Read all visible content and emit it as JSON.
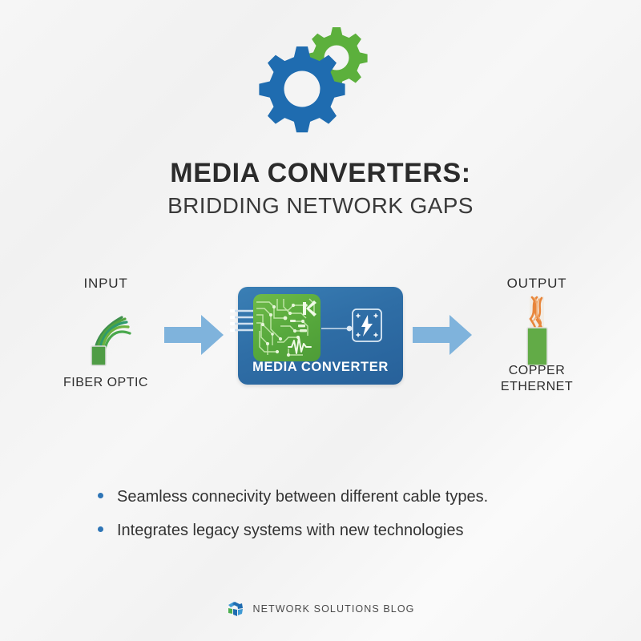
{
  "background_color": "#f3f3f3",
  "header": {
    "gear_large_icon": "gear-icon",
    "gear_small_icon": "gear-icon",
    "gear_large_color": "#1f6cb0",
    "gear_small_color": "#5cb03c"
  },
  "title": {
    "main": "MEDIA CONVERTERS:",
    "sub": "BRIDDING NETWORK GAPS"
  },
  "diagram": {
    "input": {
      "top_label": "INPUT",
      "icon": "fiber-optic-cable-icon",
      "bottom_label": "FIBER OPTIC",
      "strand_colors": [
        "#3f8f4e",
        "#52a43f",
        "#2f9a6e",
        "#6cb33f",
        "#4aa84d"
      ],
      "connector_color": "#4f9c45"
    },
    "arrow_left": {
      "icon": "right-arrow-icon",
      "color": "#7fb3dc"
    },
    "device": {
      "label": "MEDIA CONVERTER",
      "body_color": "#2f6ea6",
      "board_color": "#56a83c",
      "chip_icon": "microchip-icon",
      "waveform_icon": "signal-waveform-icon",
      "power_icon": "lightning-bolt-icon",
      "pin_count": 4
    },
    "arrow_right": {
      "icon": "right-arrow-icon",
      "color": "#7fb3dc"
    },
    "output": {
      "top_label": "OUTPUT",
      "icon": "copper-ethernet-cable-icon",
      "bottom_label_line1": "COPPER",
      "bottom_label_line2": "ETHERNET",
      "wire_color": "#e8853a",
      "sheath_color": "#62ab47"
    }
  },
  "bullets": [
    {
      "text": "Seamless connecivity between different cable types."
    },
    {
      "text": "Integrates legacy systems with new technologies"
    }
  ],
  "bullet_dot_color": "#2e75b6",
  "footer": {
    "logo_icon": "network-solutions-logo",
    "text": "NETWORK SOLUTIONS BLOG"
  }
}
